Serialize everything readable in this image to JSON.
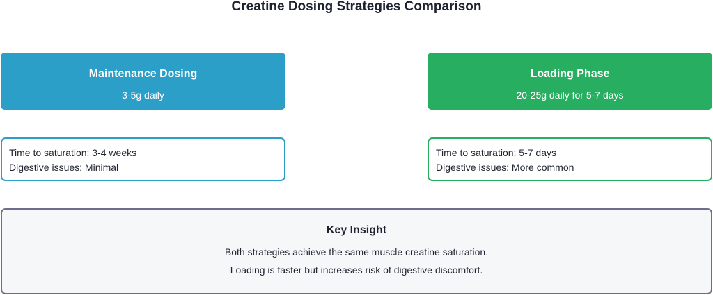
{
  "title": "Creatine Dosing Strategies Comparison",
  "strategies": [
    {
      "heading": "Maintenance Dosing",
      "dose": "3-5g daily",
      "details": [
        "Time to saturation: 3-4 weeks",
        "Digestive issues: Minimal"
      ]
    },
    {
      "heading": "Loading Phase",
      "dose": "20-25g daily for 5-7 days",
      "details": [
        "Time to saturation: 5-7 days",
        "Digestive issues: More common"
      ]
    }
  ],
  "insight": {
    "heading": "Key Insight",
    "lines": [
      "Both strategies achieve the same muscle creatine saturation.",
      "Loading is faster but increases risk of digestive discomfort."
    ]
  },
  "colors": {
    "maintenance": "#2b9fc7",
    "loading": "#27ae60",
    "insight_border": "#6e6e8c",
    "insight_background": "#f6f7f9"
  }
}
